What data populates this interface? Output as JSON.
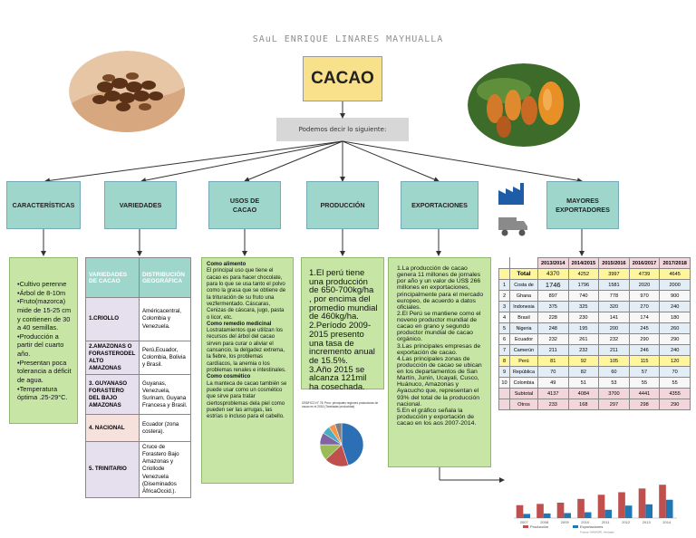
{
  "author": "SAuL ENRIQUE LINARES MAYHUALLA",
  "title": "CACAO",
  "intro": "Podemos decir lo siguiente:",
  "categories": [
    {
      "id": "caracteristicas",
      "label": "CARACTERÍSTICAS"
    },
    {
      "id": "variedades",
      "label": "VARIEDADES"
    },
    {
      "id": "usos",
      "label": "USOS DE\nCACAO"
    },
    {
      "id": "produccion",
      "label": "PRODUCCIÓN"
    },
    {
      "id": "exportaciones",
      "label": "EXPORTACIONES"
    },
    {
      "id": "exportadores",
      "label": "MAYORES\nEXPORTADORES"
    }
  ],
  "caracteristicas": [
    "•Cultivo perenne",
    "•Árbol de 8-10m",
    "•Fruto(mazorca) mide de 15-25 cm y contienen de 30 a 40 semillas.",
    "•Producción a partir del cuarto año.",
    "•Presentan poca tolerancia a déficit de agua.",
    "•Temperatura óptima .25-29°C."
  ],
  "variedades": {
    "headers": [
      "VARIEDADES DE CACAO",
      "DISTRIBUCIÓN GEOGRÁFICA"
    ],
    "rows": [
      {
        "name": "1.CRIOLLO",
        "dist": "Américacentral, Colombia y Venezuela."
      },
      {
        "name": "2.AMAZONAS O FORASTERODEL ALTO AMAZONAS",
        "dist": "Perú,Ecuador, Colombia, Bolivia y Brasil."
      },
      {
        "name": "3. GUYANASO FORASTERO DEL BAJO AMAZONAS",
        "dist": "Guyanas, Venezuela, Surinam, Guyana Francesa y Brasil."
      },
      {
        "name": "4. NACIONAL",
        "dist": "Ecuador (zona costera)."
      },
      {
        "name": "5. TRINITARIO",
        "dist": "Cruce de Forastero Bajo Amazonas y Criollode Venezuela (Diseminados ÁfricaOccid.)."
      }
    ]
  },
  "usos": [
    {
      "head": "Como alimento",
      "text": "El principal uso que tiene el cacao es para hacer chocolate, para lo que se usa tanto el polvo como la grasa que se obtiene de la trituración de su fruto una vezfermentado. Cáscaras, Cenizas de cáscara, jugo, pasta o licor, etc."
    },
    {
      "head": "Como remedio medicinal",
      "text": "Lostratamientos que utilizan los recursos del árbol del cacao sirven para curar o aliviar el cansancio, la delgadez extrema, la fiebre, los problemas cardíacos, la anemia o los problemas renales e intestinales."
    },
    {
      "head": "Como cosmético",
      "text": "La manteca de cacao también se puede usar como un cosmético que sirve para tratar ciertosproblemas dela piel como pueden ser las arrugas, las estrías o incluso para el cabello."
    }
  ],
  "produccion": [
    "1.El perú tiene una producción de 650-700kg/ha , por encima del promedio mundial de 460kg/ha.",
    "2.Período 2009-2015 presento una tasa de incremento anual de 15.5%.",
    "3.Año 2015 se alcanza 121mil ha cosechada."
  ],
  "produccion_chart_caption": "GRÁFICO N° 78. Perú: principales regiones productoras de cacao en el 2015 (Toneladas producidas)",
  "exportaciones": [
    "1.La producción de cacao genera 11 millones de jornales por año y un valor de US$ 266 millones en exportaciones, principalmente para el mercado europeo, de acuerdo a datos oficiales.",
    "2.El Perú se mantiene como el noveno productor mundial de cacao en grano y segundo productor mundial de cacao orgánico.",
    "3.Las principales empresas de exportación de cacao.",
    "4.Las principales zonas de producción de cacao se ubican en los departamentos de San Martín, Junín, Ucayali, Cusco, Huánuco, Amazonas y Ayacucho que, representan el 93% del total de la producción nacional.",
    "5.En el gráfico señala la producción y exportación de cacao en los aos 2007-2014."
  ],
  "exportadores": {
    "years": [
      "2013/2014",
      "2014/2015",
      "2015/2016",
      "2016/2017",
      "2017/2018"
    ],
    "total": {
      "label": "Total",
      "values": [
        "4370",
        "4252",
        "3997",
        "4739",
        "4645"
      ]
    },
    "rows": [
      {
        "n": "1",
        "country": "Costa de",
        "values": [
          "1746",
          "1796",
          "1581",
          "2020",
          "2000"
        ]
      },
      {
        "n": "2",
        "country": "Ghana",
        "values": [
          "897",
          "740",
          "778",
          "970",
          "900"
        ]
      },
      {
        "n": "3",
        "country": "Indonesia",
        "values": [
          "375",
          "325",
          "320",
          "270",
          "240"
        ]
      },
      {
        "n": "4",
        "country": "Brasil",
        "values": [
          "228",
          "230",
          "141",
          "174",
          "180"
        ]
      },
      {
        "n": "5",
        "country": "Nigeria",
        "values": [
          "248",
          "195",
          "200",
          "245",
          "260"
        ]
      },
      {
        "n": "6",
        "country": "Ecuador",
        "values": [
          "232",
          "261",
          "232",
          "290",
          "290"
        ]
      },
      {
        "n": "7",
        "country": "Camerún",
        "values": [
          "211",
          "232",
          "211",
          "246",
          "240"
        ]
      },
      {
        "n": "8",
        "country": "Perú",
        "values": [
          "81",
          "92",
          "105",
          "115",
          "120"
        ]
      },
      {
        "n": "9",
        "country": "República",
        "values": [
          "70",
          "82",
          "60",
          "57",
          "70"
        ]
      },
      {
        "n": "10",
        "country": "Colombia",
        "values": [
          "49",
          "51",
          "53",
          "55",
          "55"
        ]
      }
    ],
    "subtotal": {
      "label": "Subtotal",
      "values": [
        "4137",
        "4084",
        "3700",
        "4441",
        "4355"
      ]
    },
    "otros": {
      "label": "Otros",
      "values": [
        "233",
        "168",
        "297",
        "298",
        "290"
      ]
    }
  },
  "colors": {
    "title_bg": "#f9e08b",
    "category_bg": "#9fd6cc",
    "content_bg": "#c7e6a6",
    "highlight": "#fff59a",
    "bar_prod": "#c0504d",
    "bar_exp": "#1f77b4"
  },
  "icons": [
    "factory-icon",
    "truck-icon"
  ],
  "chart_data": [
    {
      "type": "bar",
      "categories": [
        "2007",
        "2008",
        "2009",
        "2010",
        "2011",
        "2012",
        "2013",
        "2014"
      ],
      "series": [
        {
          "name": "Producción",
          "values": [
            31,
            34,
            37,
            46,
            56,
            62,
            71,
            80
          ]
        },
        {
          "name": "Exportaciones",
          "values": [
            10,
            11,
            12,
            14,
            20,
            30,
            33,
            44
          ]
        }
      ],
      "legend": "bottom",
      "source": "Fuente: MINAGRI, Veritrade"
    },
    {
      "type": "pie",
      "values": [
        45,
        18,
        12,
        9,
        6,
        5,
        5
      ],
      "colors": [
        "#2d6fb5",
        "#c0504d",
        "#9bbb59",
        "#8064a2",
        "#4bacc6",
        "#f79646",
        "#7f7f7f"
      ]
    }
  ]
}
